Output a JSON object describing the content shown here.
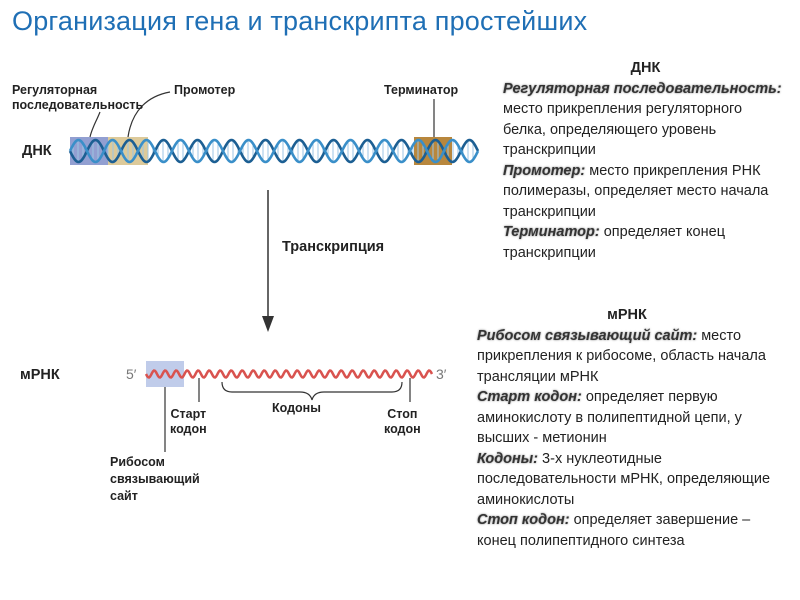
{
  "title": "Организация гена и транскрипта простейших",
  "left": {
    "dna_label": "ДНК",
    "regulatory_label": [
      "Регуляторная",
      "последовательность"
    ],
    "promoter_label": "Промотер",
    "terminator_label": "Терминатор",
    "transcription_label": "Транскрипция",
    "mrna_label": "мРНК",
    "five_prime": "5′",
    "three_prime": "3′",
    "codons_label": "Кодоны",
    "start_codon_label": [
      "Старт",
      "кодон"
    ],
    "stop_codon_label": [
      "Стоп",
      "кодон"
    ],
    "ribosome_site_label": [
      "Рибосом",
      "связывающий",
      "сайт"
    ]
  },
  "right": {
    "dna_heading": "ДНК",
    "reg_term": "Регуляторная последовательность:",
    "reg_desc": "место прикрепления регуляторного белка, определяющего уровень транскрипции",
    "prom_term": "Промотер:",
    "prom_desc": "место прикрепления РНК полимеразы, определяет место начала транскрипции",
    "term_term": "Терминатор:",
    "term_desc": "определяет конец транскрипции",
    "mrna_heading": "мРНК",
    "rbs_term": "Рибосом связывающий сайт:",
    "rbs_desc": "место прикрепления к рибосоме, область начала трансляции мРНК",
    "start_term": "Старт кодон:",
    "start_desc": "определяет первую аминокислоту в полипептидной цепи, у высших - метионин",
    "codons_term": "Кодоны:",
    "codons_desc": "3-х нуклеотидные последовательности мРНК, определяющие аминокислоты",
    "stop_term": "Стоп кодон:",
    "stop_desc": "определяет завершение – конец полипептидного синтеза"
  },
  "colors": {
    "title": "#1f6fb5",
    "helix": "#3a8fc9",
    "helix_dark": "#1c5f93",
    "regulatory_box": "#7f8ec9",
    "promoter_box": "#d9c48f",
    "terminator_box": "#b07a28",
    "mrna": "#d9534f",
    "rbs_box": "#b9c6e8"
  }
}
